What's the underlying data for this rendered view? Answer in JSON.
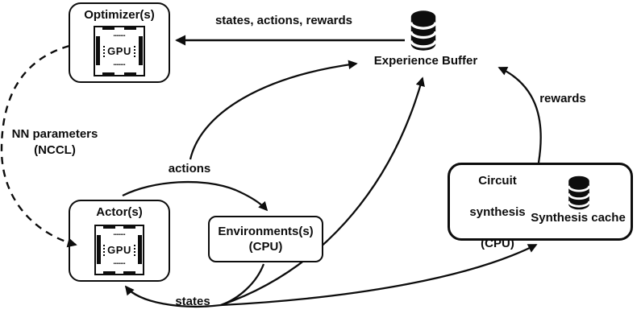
{
  "diagram": {
    "colors": {
      "ink": "#0d0d0d",
      "background": "#ffffff"
    },
    "nodes": {
      "optimizer": {
        "label": "Optimizer(s)",
        "chip_label": "GPU",
        "icon": "gpu-chip-icon"
      },
      "actor": {
        "label": "Actor(s)",
        "chip_label": "GPU",
        "icon": "gpu-chip-icon"
      },
      "environments": {
        "line1": "Environments(s)",
        "line2": "(CPU)"
      },
      "experience_buffer": {
        "label": "Experience Buffer",
        "icon": "database-icon"
      },
      "circuit_synthesis": {
        "line1": "Circuit",
        "line2": "synthesis",
        "line3": "(CPU)",
        "cache_label": "Synthesis cache",
        "icon": "database-icon"
      }
    },
    "edges": {
      "buffer_to_optimizer": {
        "label": "states, actions, rewards",
        "style": "solid"
      },
      "nn_params": {
        "line1": "NN parameters",
        "line2": "(NCCL)",
        "style": "dashed"
      },
      "actions": {
        "label": "actions",
        "style": "solid"
      },
      "rewards": {
        "label": "rewards",
        "style": "solid"
      },
      "states": {
        "label": "states",
        "style": "solid"
      }
    }
  }
}
